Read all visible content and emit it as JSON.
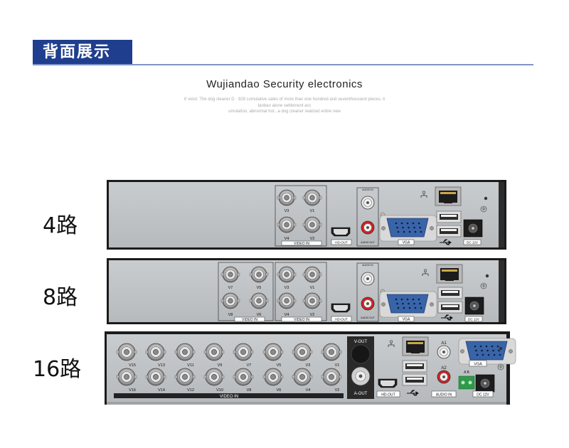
{
  "header": {
    "title": "背面展示"
  },
  "brand": {
    "name": "Wujiandao Security electronics",
    "fine_lines": [
      "it' exist: The dog cleaner D · 928 cumulative sales of more than one hundred and seventhousand pieces, it",
      "taobao alone settlement acc",
      "umulation, abnormal hot...a dog cleaner realized entire new"
    ]
  },
  "models": [
    {
      "label": "4路",
      "video_in": "VIDEO IN",
      "ports": [
        "V3",
        "V1",
        "V4",
        "V2"
      ]
    },
    {
      "label": "8路",
      "video_in": "VIDEO IN",
      "ports": [
        "V7",
        "V5",
        "V3",
        "V1",
        "V8",
        "V6",
        "V4",
        "V2"
      ]
    },
    {
      "label": "16路",
      "video_in": "VIDEO IN",
      "ports_top": [
        "V15",
        "V13",
        "V11",
        "V9",
        "V7",
        "V5",
        "V3",
        "V1"
      ],
      "ports_bottom": [
        "V16",
        "V14",
        "V12",
        "V10",
        "V8",
        "V6",
        "V4",
        "V2"
      ]
    }
  ],
  "connectors": {
    "hd_out": "HD-OUT",
    "audio_in": "AUDIO IN",
    "audio_out": "AUDIO OUT",
    "vga": "VGA",
    "dc": "DC 12V",
    "v_out": "V-OUT",
    "a_out": "A-OUT",
    "a1": "A1",
    "a2": "A2",
    "ab": "A  B"
  }
}
